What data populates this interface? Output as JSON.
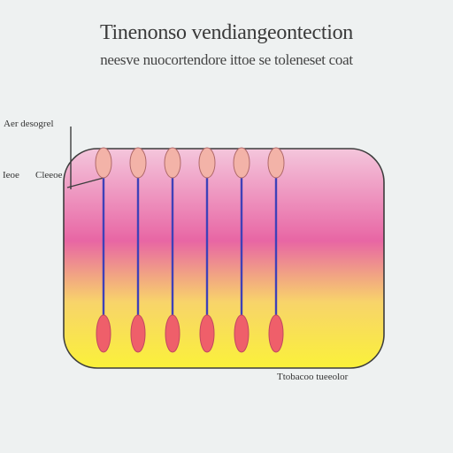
{
  "title": "Tinenonso vendiangeontection",
  "subtitle": "neesve nuocortendore ittoe se toleneset coat",
  "labels": {
    "top_left": "Aer desogrel",
    "middle_left": "Ieoe",
    "middle_left_2": "Cleeoe",
    "bottom_right": "Ttobacoo tueeolor"
  },
  "colors": {
    "frame_stroke": "#3d3d3d",
    "band_top": "#f4c6dc",
    "band_mid": "#e866a4",
    "band_low": "#f8d46a",
    "band_bottom": "#faf13a",
    "rod": "#3f41b8",
    "bulb_top": "#f3b3a8",
    "bulb_bottom": "#ef5f6a"
  },
  "rods": [
    {
      "id": 1
    },
    {
      "id": 2
    },
    {
      "id": 3
    },
    {
      "id": 4
    },
    {
      "id": 5
    },
    {
      "id": 6
    }
  ]
}
